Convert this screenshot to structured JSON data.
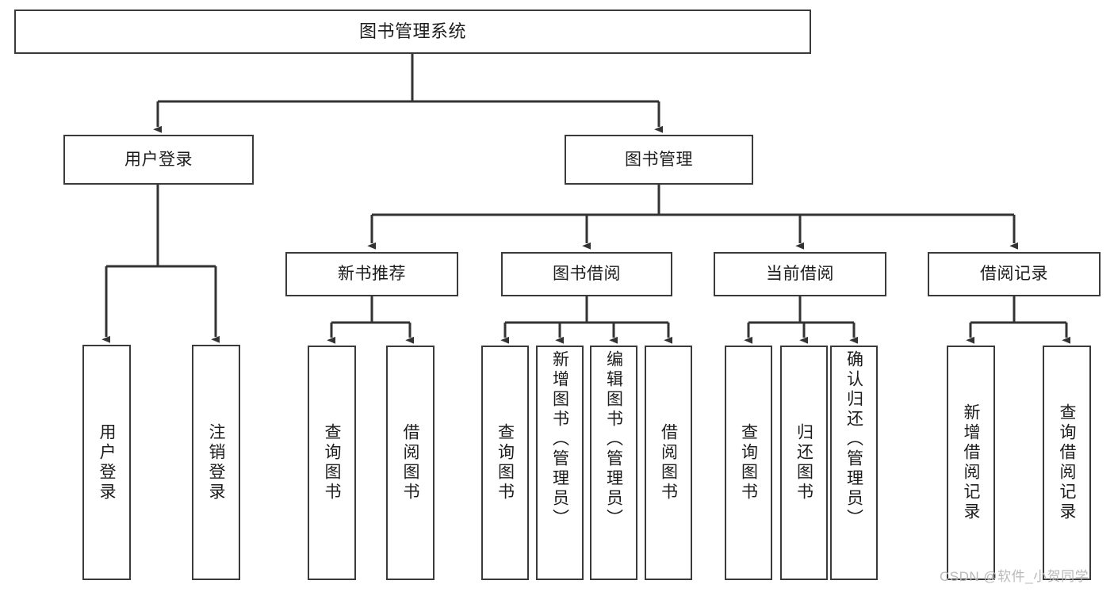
{
  "diagram": {
    "title": "图书管理系统",
    "type": "tree",
    "watermark": "CSDN @软件_小贺同学",
    "colors": {
      "background": "#ffffff",
      "node_border": "#3a3a3a",
      "node_fill": "#ffffff",
      "edge": "#333333",
      "text": "#1c1c1c",
      "watermark": "#b9b9b9"
    },
    "root": {
      "label": "图书管理系统"
    },
    "level2": [
      {
        "id": "user-login",
        "label": "用户登录"
      },
      {
        "id": "book-manage",
        "label": "图书管理"
      }
    ],
    "level3": [
      {
        "id": "new-book-recommend",
        "label": "新书推荐"
      },
      {
        "id": "book-borrow",
        "label": "图书借阅"
      },
      {
        "id": "current-borrow",
        "label": "当前借阅"
      },
      {
        "id": "borrow-record",
        "label": "借阅记录"
      }
    ],
    "leaves": {
      "user_login": [
        {
          "id": "leaf-user-login",
          "label": "用户登录"
        },
        {
          "id": "leaf-logout-login",
          "label": "注销登录"
        }
      ],
      "new_book_recommend": [
        {
          "id": "leaf-query-book-1",
          "label": "查询图书"
        },
        {
          "id": "leaf-borrow-book-1",
          "label": "借阅图书"
        }
      ],
      "book_borrow": [
        {
          "id": "leaf-query-book-2",
          "label": "查询图书"
        },
        {
          "id": "leaf-add-book",
          "label": "新增图书（管理员）"
        },
        {
          "id": "leaf-edit-book",
          "label": "编辑图书（管理员）"
        },
        {
          "id": "leaf-borrow-book-2",
          "label": "借阅图书"
        }
      ],
      "current_borrow": [
        {
          "id": "leaf-query-book-3",
          "label": "查询图书"
        },
        {
          "id": "leaf-return-book",
          "label": "归还图书"
        },
        {
          "id": "leaf-confirm-return",
          "label": "确认归还（管理员）"
        }
      ],
      "borrow_record": [
        {
          "id": "leaf-add-record",
          "label": "新增借阅记录"
        },
        {
          "id": "leaf-query-record",
          "label": "查询借阅记录"
        }
      ]
    }
  }
}
